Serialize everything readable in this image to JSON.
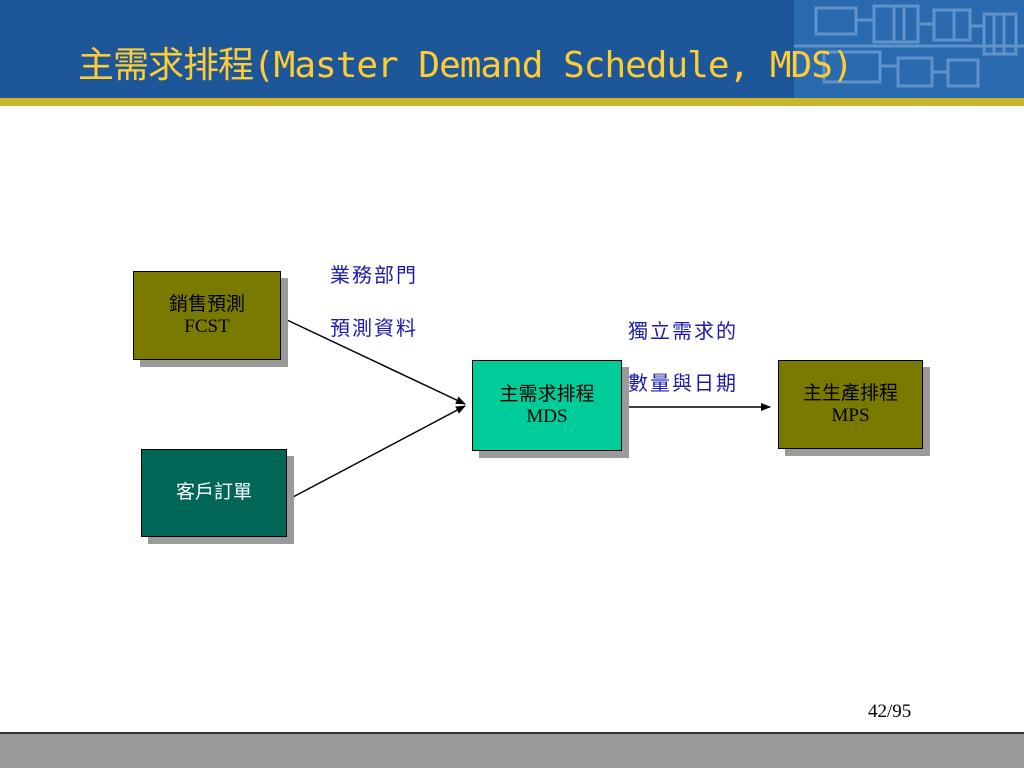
{
  "slide": {
    "title": "主需求排程(Master Demand Schedule, MDS)",
    "page_number": "42/95"
  },
  "boxes": {
    "fcst": {
      "line1": "銷售預測",
      "line2": "FCST"
    },
    "orders": {
      "line1": "客戶訂單"
    },
    "mds": {
      "line1": "主需求排程",
      "line2": "MDS"
    },
    "mps": {
      "line1": "主生產排程",
      "line2": "MPS"
    }
  },
  "notes": {
    "sales_forecast": [
      "業務部門",
      "預測資料"
    ],
    "independent_demand": [
      "獨立需求的",
      "數量與日期"
    ]
  },
  "colors": {
    "header_blue": "#1e5799",
    "title_gold": "#ffcc33",
    "olive": "#7a7a00",
    "teal": "#006655",
    "mint": "#00cc99",
    "note_blue": "#1b1bb0"
  }
}
